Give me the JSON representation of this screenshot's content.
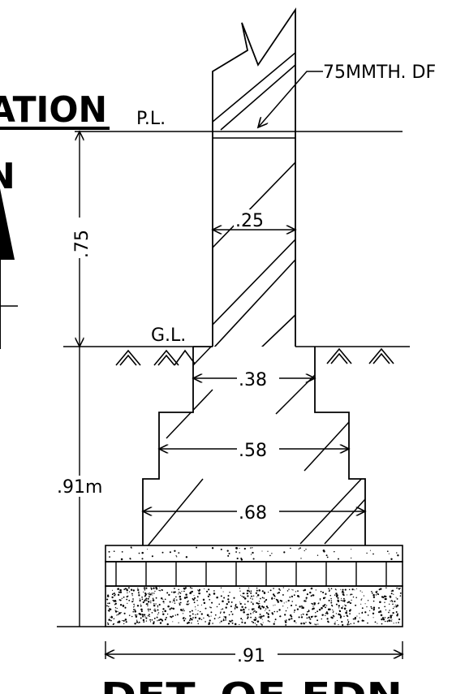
{
  "labels": {
    "plinth_level": "P.L.",
    "ground_level": "G.L.",
    "dpc_note": "75MMTH. DF",
    "partial_title_top": "ATION",
    "bottom_title": "DET.  OF  FDN",
    "partial_north": "N"
  },
  "dimensions": {
    "wall_width": ".25",
    "step1_width": ".38",
    "step2_width": ".58",
    "step3_width": ".68",
    "pcc_width": ".91",
    "plinth_height": ".75",
    "foundation_depth": ".91m"
  },
  "colors": {
    "line": "#000000",
    "background": "#ffffff"
  }
}
